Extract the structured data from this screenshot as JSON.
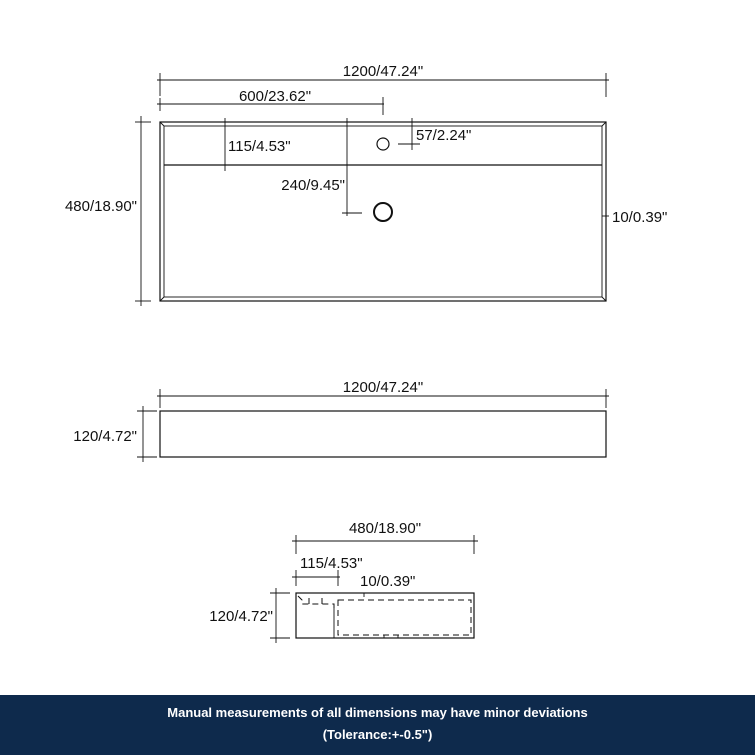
{
  "top_view": {
    "overall_length": "1200/47.24\"",
    "center_offset": "600/23.62\"",
    "deck_depth": "115/4.53\"",
    "drain_offset": "240/9.45\"",
    "faucet_hole_offset": "57/2.24\"",
    "rim_thickness": "10/0.39\"",
    "overall_depth": "480/18.90\""
  },
  "front_view": {
    "overall_length": "1200/47.24\"",
    "height": "120/4.72\""
  },
  "side_view": {
    "overall_depth": "480/18.90\"",
    "deck_depth": "115/4.53\"",
    "rim_thickness": "10/0.39\"",
    "height": "120/4.72\""
  },
  "footer": {
    "line1": "Manual measurements of all dimensions may have minor deviations",
    "line2": "(Tolerance:+-0.5\")"
  }
}
